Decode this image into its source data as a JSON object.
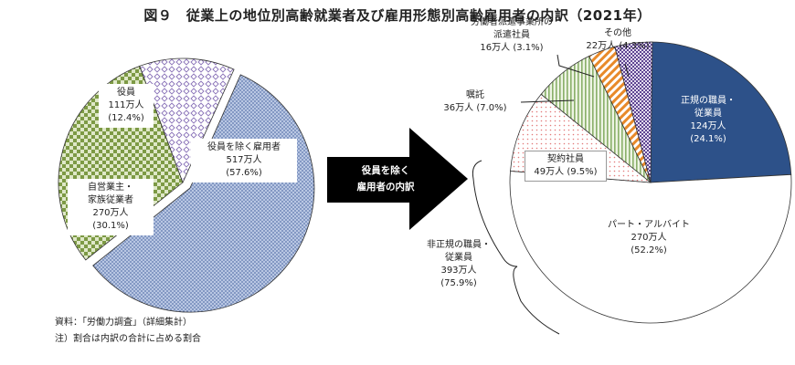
{
  "title": "図９　従業上の地位別高齢就業者及び雇用形態別高齢雇用者の内訳（2021年）",
  "arrow_label": [
    "役員を除く",
    "雇用者の内訳"
  ],
  "notes": {
    "source": "資料：「労働力調査」（詳細集計）",
    "note": "注）割合は内訳の合計に占める割合"
  },
  "chart_data": [
    {
      "type": "pie",
      "title": "",
      "unit": "万人",
      "slices": [
        {
          "label": "役員を除く雇用者",
          "value": 517,
          "percent": 57.6,
          "value_text": "517万人",
          "percent_text": "(57.6%)",
          "fill": "blue-dots"
        },
        {
          "label": "自営業主・家族従業者",
          "lines": [
            "自営業主・",
            "家族従業者"
          ],
          "value": 270,
          "percent": 30.1,
          "value_text": "270万人",
          "percent_text": "(30.1%)",
          "fill": "green-check"
        },
        {
          "label": "役員",
          "value": 111,
          "percent": 12.4,
          "value_text": "111万人",
          "percent_text": "(12.4%)",
          "fill": "purple-diamond"
        }
      ]
    },
    {
      "type": "pie",
      "title": "",
      "unit": "万人",
      "slices": [
        {
          "label": "正規の職員・従業員",
          "lines": [
            "正規の職員・",
            "従業員"
          ],
          "value": 124,
          "percent": 24.1,
          "value_text": "124万人",
          "percent_text": "(24.1%)",
          "fill": "navy"
        },
        {
          "label": "パート・アルバイト",
          "value": 270,
          "percent": 52.2,
          "value_text": "270万人",
          "percent_text": "(52.2%)",
          "fill": "white"
        },
        {
          "label": "契約社員",
          "value": 49,
          "percent": 9.5,
          "value_text": "49万人",
          "percent_text": "(9.5%)",
          "fill": "pink-dots"
        },
        {
          "label": "嘱託",
          "value": 36,
          "percent": 7.0,
          "value_text": "36万人",
          "percent_text": "(7.0%)",
          "fill": "green-lines"
        },
        {
          "label": "労働者派遣事業所の派遣社員",
          "lines": [
            "労働者派遣事業所の",
            "派遣社員"
          ],
          "value": 16,
          "percent": 3.1,
          "value_text": "16万人",
          "percent_text": "(3.1%)",
          "fill": "orange-stripe"
        },
        {
          "label": "その他",
          "value": 22,
          "percent": 4.3,
          "value_text": "22万人",
          "percent_text": "(4.3%)",
          "fill": "purple-check"
        }
      ],
      "group": {
        "label": "非正規の職員・従業員",
        "lines": [
          "非正規の職員・",
          "従業員"
        ],
        "value": 393,
        "percent": 75.9,
        "value_text": "393万人",
        "percent_text": "(75.9%)"
      }
    }
  ],
  "colors": {
    "navy": "#2d5189",
    "blue_dots": "#9fb3d8",
    "green_check": "#7d9a45",
    "purple": "#7a62a8",
    "orange": "#e88a2a",
    "pink": "#e37b7b",
    "green_lines": "#8ab06a"
  }
}
